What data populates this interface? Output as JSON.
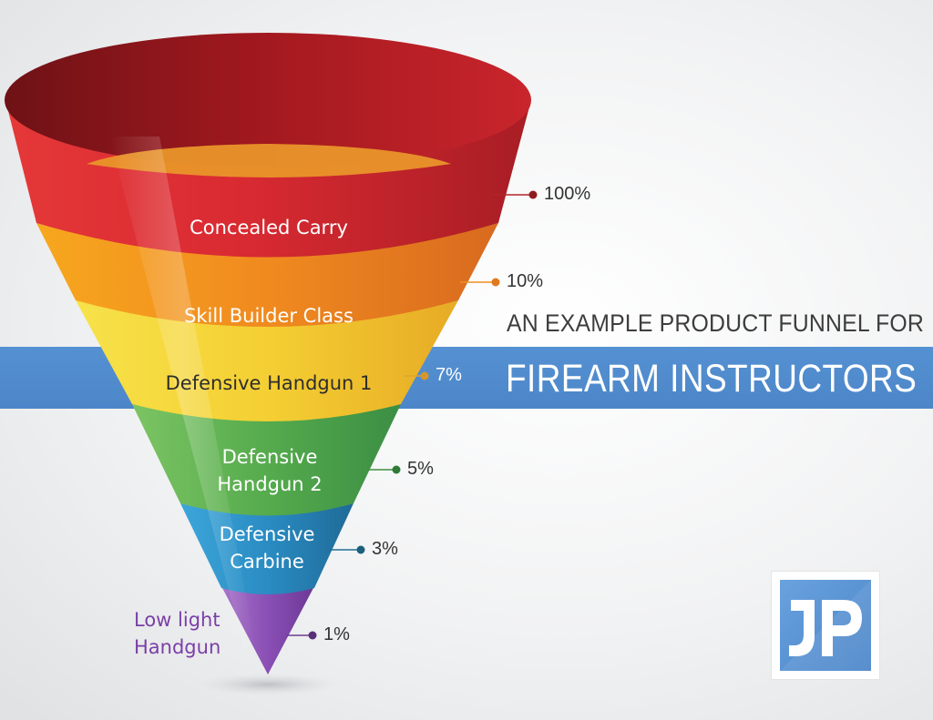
{
  "heading": {
    "line1": "AN EXAMPLE PRODUCT FUNNEL FOR",
    "line2": "FIREARM INSTRUCTORS"
  },
  "stages": [
    {
      "label": "Concealed Carry",
      "percent": "100%",
      "value": 100,
      "color": "#d6262e"
    },
    {
      "label": "Skill Builder Class",
      "percent": "10%",
      "value": 10,
      "color": "#f39a1e"
    },
    {
      "label": "Defensive Handgun 1",
      "percent": "7%",
      "value": 7,
      "color": "#f5d537"
    },
    {
      "label_lines": [
        "Defensive",
        "Handgun 2"
      ],
      "percent": "5%",
      "value": 5,
      "color": "#5bb04f"
    },
    {
      "label_lines": [
        "Defensive",
        "Carbine"
      ],
      "percent": "3%",
      "value": 3,
      "color": "#2f8fc7"
    },
    {
      "label_lines": [
        "Low light",
        "Handgun"
      ],
      "percent": "1%",
      "value": 1,
      "color": "#8a4fb5"
    }
  ],
  "logo": {
    "letters": "JP"
  },
  "colors": {
    "banner": "#4c86c8",
    "heading_text": "#3d3d3d",
    "banner_text": "#ffffff",
    "connector_red": "#b2262b",
    "connector_orange": "#ef8f22",
    "connector_yellow": "#e0a52c",
    "connector_green": "#3f8f3f",
    "connector_blue": "#1f6f93",
    "connector_purple": "#6c3d8f"
  }
}
